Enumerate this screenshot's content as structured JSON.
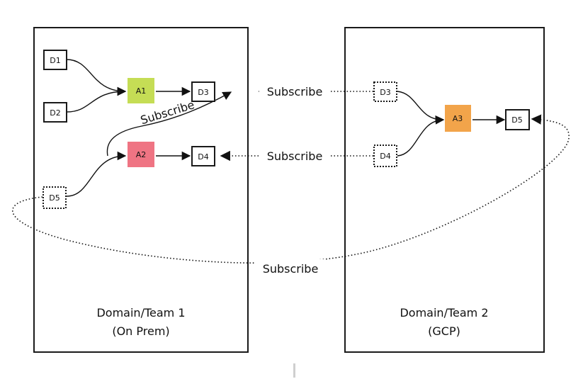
{
  "domains": [
    {
      "name": "Domain/Team 1",
      "sub": "(On Prem)"
    },
    {
      "name": "Domain/Team 2",
      "sub": "(GCP)"
    }
  ],
  "nodes": {
    "d1": "D1",
    "d2": "D2",
    "d3": "D3",
    "d4": "D4",
    "d5": "D5",
    "a1": "A1",
    "a2": "A2",
    "r_d3": "D3",
    "r_d4": "D4",
    "a3": "A3",
    "r_d5": "D5"
  },
  "edge_labels": {
    "subscribe_curve": "Subscribe",
    "subscribe_d3": "Subscribe",
    "subscribe_d4": "Subscribe",
    "subscribe_bottom": "Subscribe"
  },
  "colors": {
    "a1": "#c5dd55",
    "a2": "#ef7483",
    "a3": "#f2a44a",
    "stroke": "#1a1a1a"
  }
}
